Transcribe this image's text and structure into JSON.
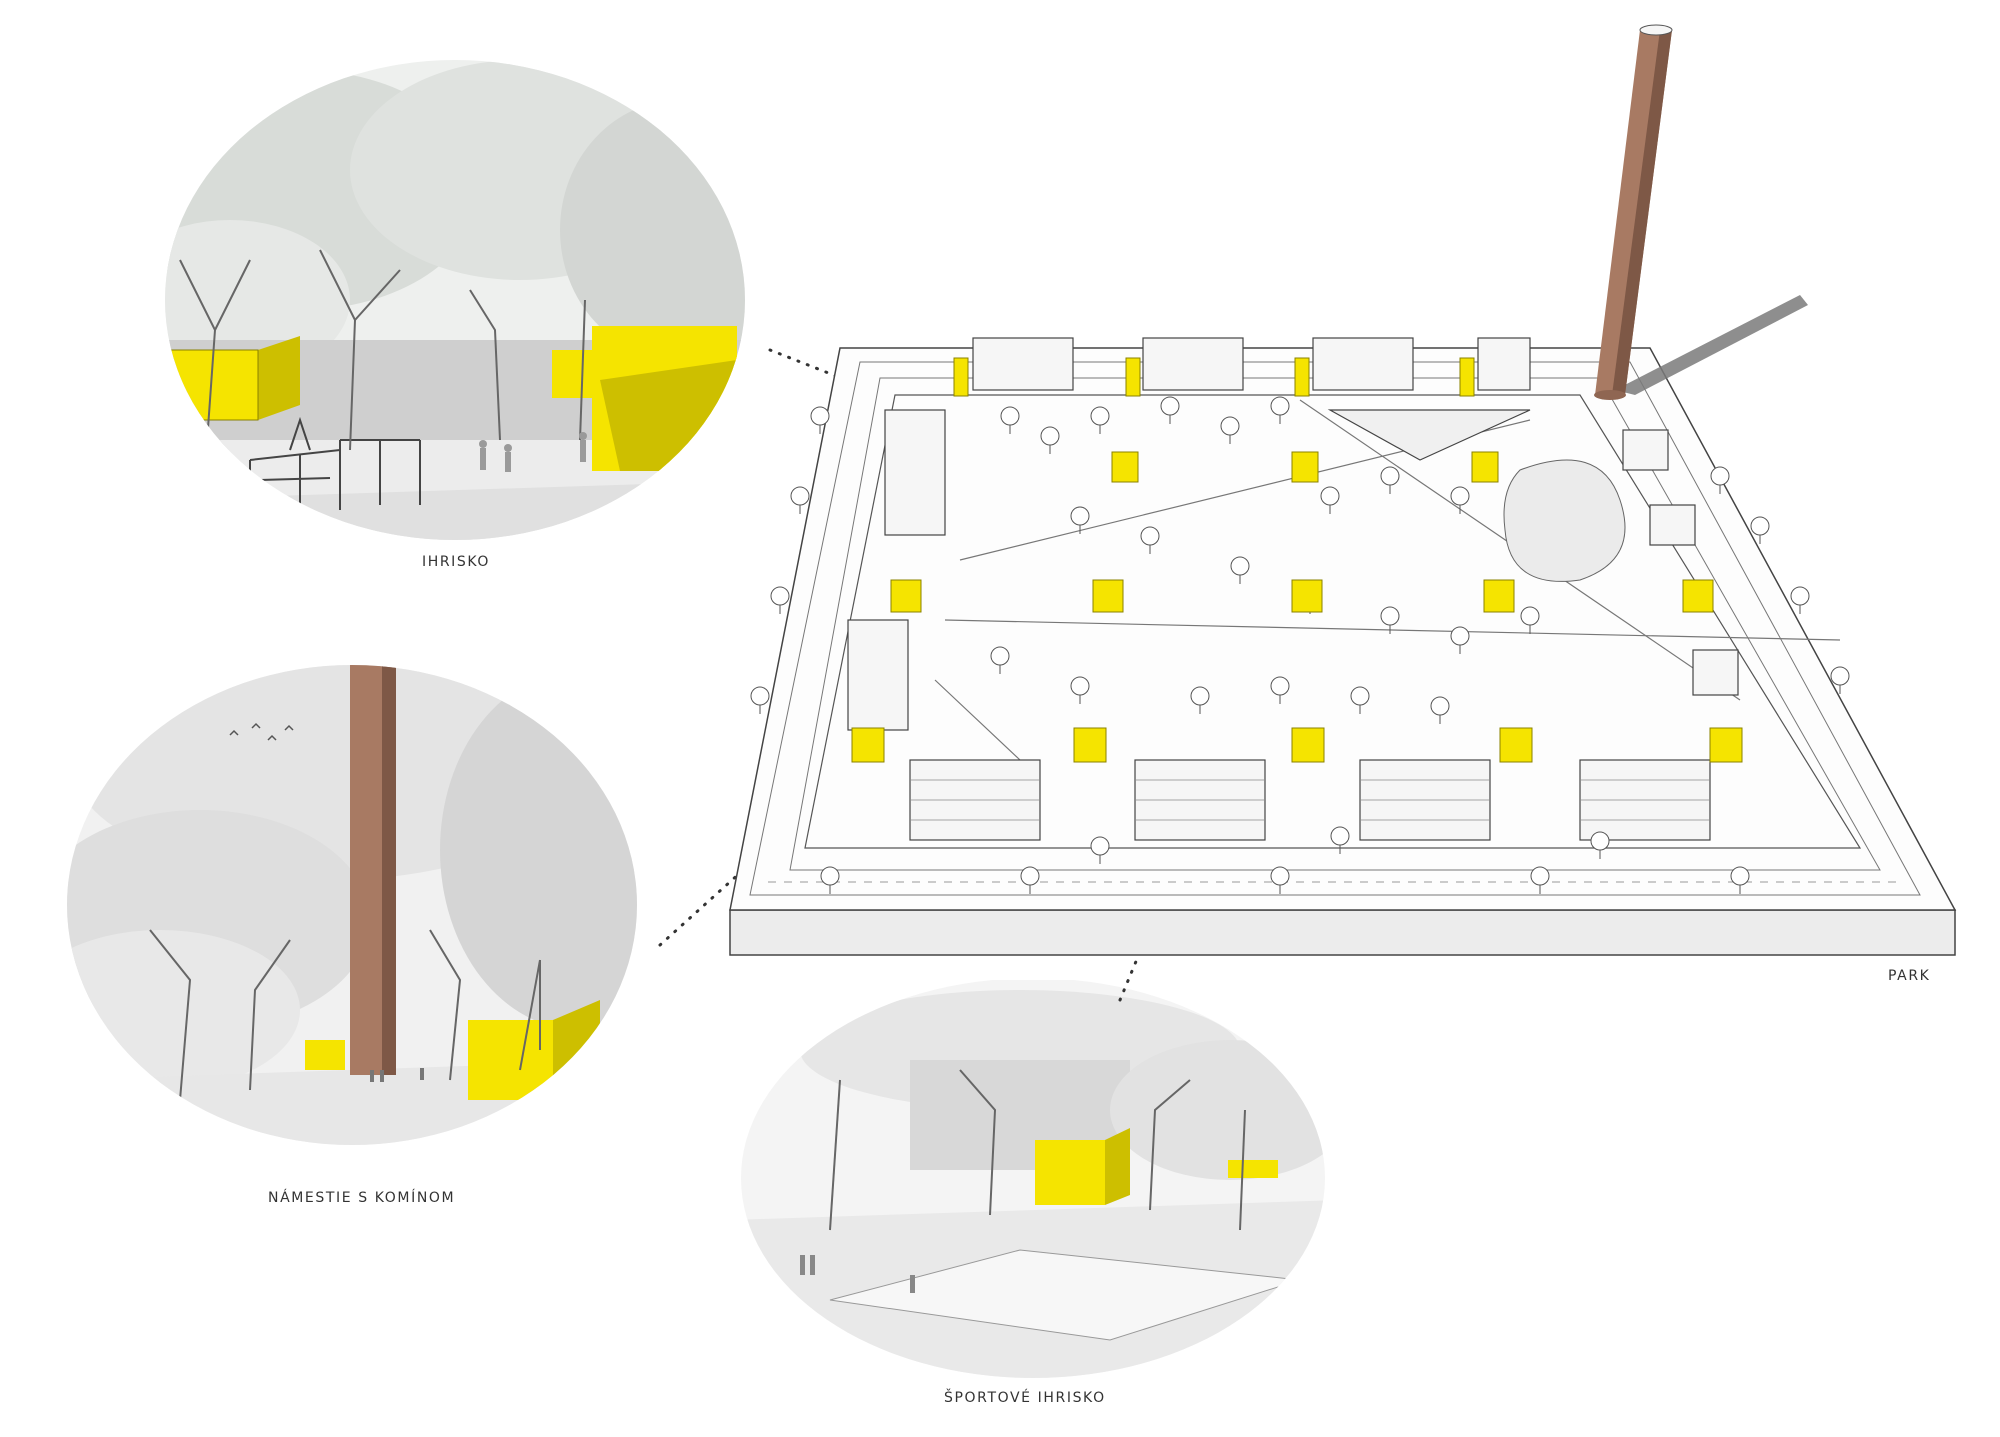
{
  "labels": {
    "ihrisko": "IHRISKO",
    "namestie": "NÁMESTIE S KOMÍNOM",
    "sportove": "ŠPORTOVÉ IHRISKO",
    "park": "PARK"
  },
  "colors": {
    "pavilion_yellow": "#f5e400",
    "pavilion_shadow": "#cdbf00",
    "chimney": "#a87a63",
    "chimney_shadow": "#7e5846",
    "foliage": "#d6d9d6",
    "ground": "#e6e6e6"
  },
  "icons": {
    "tree": "tree-icon",
    "person": "person-icon",
    "chimney": "chimney-icon",
    "pavilion": "pavilion-cube-icon"
  }
}
